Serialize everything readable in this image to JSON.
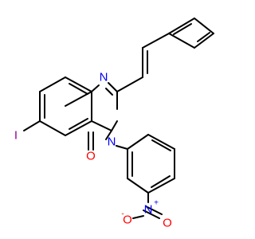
{
  "colors": {
    "background": "#ffffff",
    "bond": "#000000",
    "nitrogen": "#0000ff",
    "oxygen": "#ff0000",
    "iodine": "#940094",
    "carbon": "#000000"
  },
  "atoms": {
    "iodine": {
      "label": "I",
      "element": "iodine"
    },
    "n1": {
      "label": "N",
      "element": "nitrogen"
    },
    "n3": {
      "label": "N",
      "element": "nitrogen"
    },
    "carbonyl_o": {
      "label": "O",
      "element": "oxygen"
    },
    "nitro_n": {
      "label": "N",
      "element": "nitrogen",
      "charge": "+"
    },
    "nitro_o_minus": {
      "label": "O",
      "element": "oxygen",
      "charge": "-"
    },
    "nitro_o": {
      "label": "O",
      "element": "oxygen"
    }
  }
}
